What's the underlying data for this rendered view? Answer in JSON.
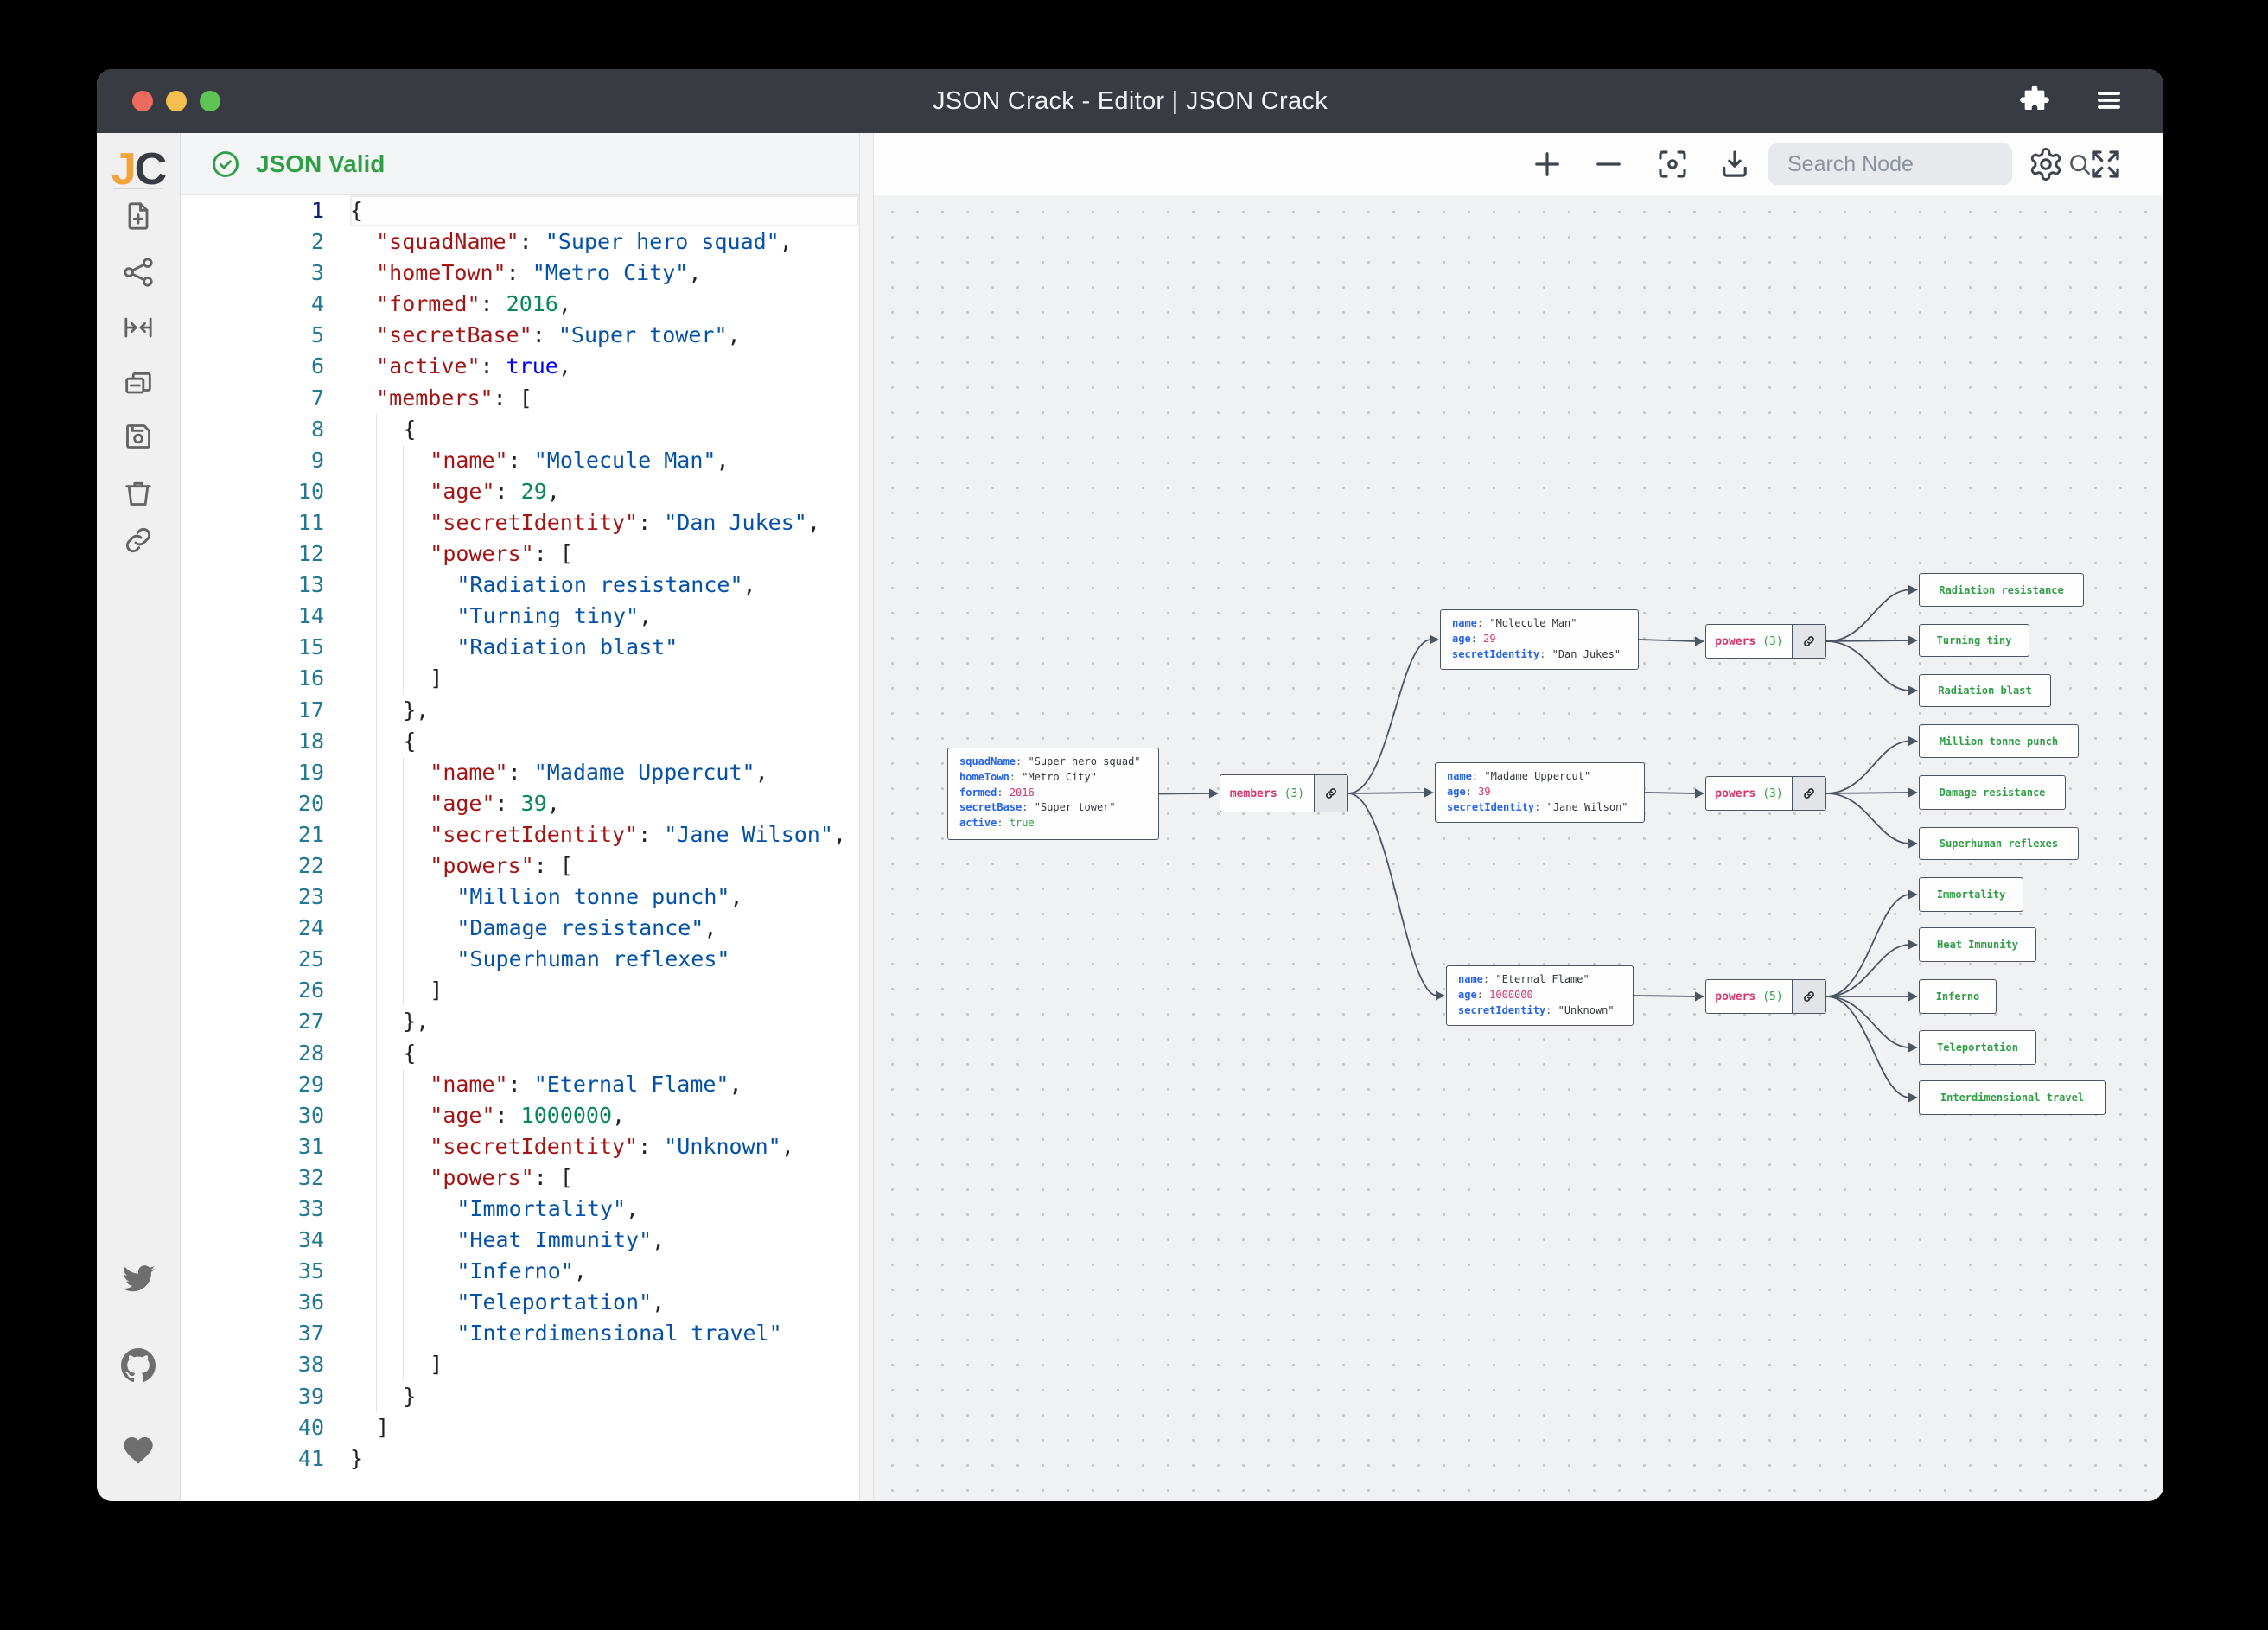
{
  "window": {
    "title": "JSON Crack - Editor | JSON Crack"
  },
  "sidebar": {
    "logo_j": "J",
    "logo_c": "C",
    "tools": [
      "new-file",
      "graph-view",
      "fold-nodes",
      "copy",
      "save",
      "delete",
      "share-link"
    ],
    "social": [
      "twitter",
      "github",
      "sponsor-heart"
    ]
  },
  "editor": {
    "status": "JSON Valid",
    "lines": [
      "{",
      "  \"squadName\": \"Super hero squad\",",
      "  \"homeTown\": \"Metro City\",",
      "  \"formed\": 2016,",
      "  \"secretBase\": \"Super tower\",",
      "  \"active\": true,",
      "  \"members\": [",
      "    {",
      "      \"name\": \"Molecule Man\",",
      "      \"age\": 29,",
      "      \"secretIdentity\": \"Dan Jukes\",",
      "      \"powers\": [",
      "        \"Radiation resistance\",",
      "        \"Turning tiny\",",
      "        \"Radiation blast\"",
      "      ]",
      "    },",
      "    {",
      "      \"name\": \"Madame Uppercut\",",
      "      \"age\": 39,",
      "      \"secretIdentity\": \"Jane Wilson\",",
      "      \"powers\": [",
      "        \"Million tonne punch\",",
      "        \"Damage resistance\",",
      "        \"Superhuman reflexes\"",
      "      ]",
      "    },",
      "    {",
      "      \"name\": \"Eternal Flame\",",
      "      \"age\": 1000000,",
      "      \"secretIdentity\": \"Unknown\",",
      "      \"powers\": [",
      "        \"Immortality\",",
      "        \"Heat Immunity\",",
      "        \"Inferno\",",
      "        \"Teleportation\",",
      "        \"Interdimensional travel\"",
      "      ]",
      "    }",
      "  ]",
      "}"
    ]
  },
  "toolbar": {
    "search_placeholder": "Search Node"
  },
  "graph": {
    "nodes": [
      {
        "id": "root",
        "kind": "object",
        "entries": [
          {
            "key": "squadName",
            "value": "\"Super hero squad\"",
            "vtype": "string"
          },
          {
            "key": "homeTown",
            "value": "\"Metro City\"",
            "vtype": "string"
          },
          {
            "key": "formed",
            "value": "2016",
            "vtype": "number"
          },
          {
            "key": "secretBase",
            "value": "\"Super tower\"",
            "vtype": "string"
          },
          {
            "key": "active",
            "value": "true",
            "vtype": "boolean"
          }
        ]
      },
      {
        "id": "members",
        "kind": "parent",
        "label": "members",
        "count": "(3)"
      },
      {
        "id": "m1",
        "kind": "object",
        "entries": [
          {
            "key": "name",
            "value": "\"Molecule Man\"",
            "vtype": "string"
          },
          {
            "key": "age",
            "value": "29",
            "vtype": "number"
          },
          {
            "key": "secretIdentity",
            "value": "\"Dan Jukes\"",
            "vtype": "string"
          }
        ]
      },
      {
        "id": "m2",
        "kind": "object",
        "entries": [
          {
            "key": "name",
            "value": "\"Madame Uppercut\"",
            "vtype": "string"
          },
          {
            "key": "age",
            "value": "39",
            "vtype": "number"
          },
          {
            "key": "secretIdentity",
            "value": "\"Jane Wilson\"",
            "vtype": "string"
          }
        ]
      },
      {
        "id": "m3",
        "kind": "object",
        "entries": [
          {
            "key": "name",
            "value": "\"Eternal Flame\"",
            "vtype": "string"
          },
          {
            "key": "age",
            "value": "1000000",
            "vtype": "number"
          },
          {
            "key": "secretIdentity",
            "value": "\"Unknown\"",
            "vtype": "string"
          }
        ]
      },
      {
        "id": "p1",
        "kind": "parent",
        "label": "powers",
        "count": "(3)"
      },
      {
        "id": "p2",
        "kind": "parent",
        "label": "powers",
        "count": "(3)"
      },
      {
        "id": "p3",
        "kind": "parent",
        "label": "powers",
        "count": "(5)"
      },
      {
        "id": "l1",
        "kind": "leaf",
        "label": "Radiation resistance"
      },
      {
        "id": "l2",
        "kind": "leaf",
        "label": "Turning tiny"
      },
      {
        "id": "l3",
        "kind": "leaf",
        "label": "Radiation blast"
      },
      {
        "id": "l4",
        "kind": "leaf",
        "label": "Million tonne punch"
      },
      {
        "id": "l5",
        "kind": "leaf",
        "label": "Damage resistance"
      },
      {
        "id": "l6",
        "kind": "leaf",
        "label": "Superhuman reflexes"
      },
      {
        "id": "l7",
        "kind": "leaf",
        "label": "Immortality"
      },
      {
        "id": "l8",
        "kind": "leaf",
        "label": "Heat Immunity"
      },
      {
        "id": "l9",
        "kind": "leaf",
        "label": "Inferno"
      },
      {
        "id": "l10",
        "kind": "leaf",
        "label": "Teleportation"
      },
      {
        "id": "l11",
        "kind": "leaf",
        "label": "Interdimensional travel"
      }
    ],
    "edges": [
      [
        "root",
        "members"
      ],
      [
        "members",
        "m1"
      ],
      [
        "members",
        "m2"
      ],
      [
        "members",
        "m3"
      ],
      [
        "m1",
        "p1"
      ],
      [
        "m2",
        "p2"
      ],
      [
        "m3",
        "p3"
      ],
      [
        "p1",
        "l1"
      ],
      [
        "p1",
        "l2"
      ],
      [
        "p1",
        "l3"
      ],
      [
        "p2",
        "l4"
      ],
      [
        "p2",
        "l5"
      ],
      [
        "p2",
        "l6"
      ],
      [
        "p3",
        "l7"
      ],
      [
        "p3",
        "l8"
      ],
      [
        "p3",
        "l9"
      ],
      [
        "p3",
        "l10"
      ],
      [
        "p3",
        "l11"
      ]
    ]
  }
}
